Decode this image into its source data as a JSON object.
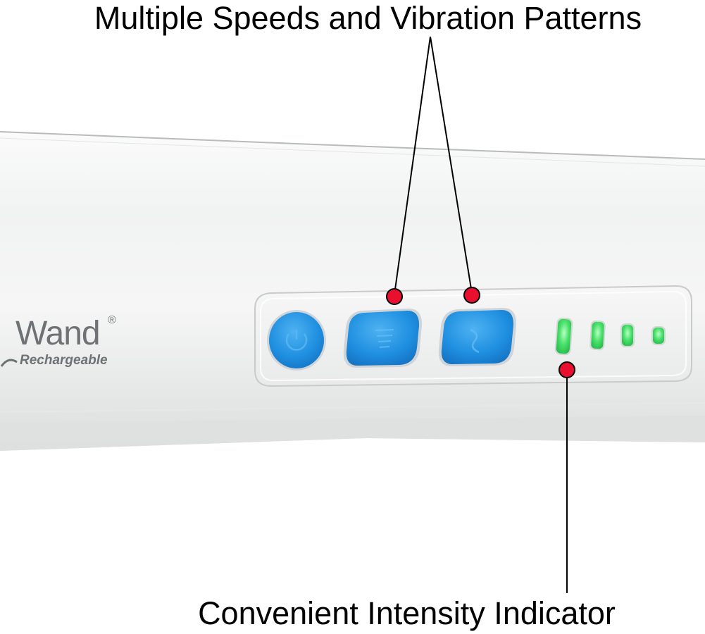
{
  "labels": {
    "top": "Multiple Speeds and Vibration Patterns",
    "bottom": "Convenient Intensity Indicator"
  },
  "device": {
    "brand": "Wand",
    "brand_mark": "®",
    "subtitle": "Rechargeable",
    "buttons": [
      {
        "name": "power-button",
        "icon": "power-icon"
      },
      {
        "name": "speed-button",
        "icon": "speed-lines-icon"
      },
      {
        "name": "pattern-button",
        "icon": "pattern-wave-icon"
      }
    ],
    "intensity_levels": 4,
    "intensity_lit": 4
  },
  "colors": {
    "button_blue": "#1f8fe0",
    "led_green": "#49e06a",
    "callout_dot": "#e8102e",
    "body_white": "#f2f3f3",
    "text": "#000000"
  }
}
